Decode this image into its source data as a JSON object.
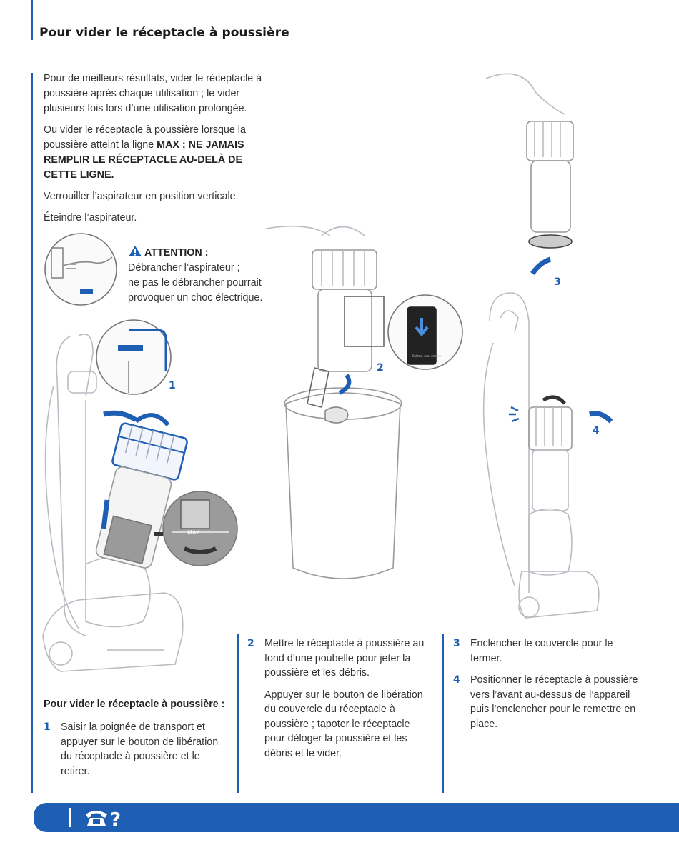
{
  "page": {
    "title": "Pour vider le réceptacle à poussière"
  },
  "intro": {
    "p1": "Pour de meilleurs résultats, vider le réceptacle à poussière après chaque utilisation ; le vider plusieurs fois lors d’une utilisation prolongée.",
    "p2_start": "Ou vider le réceptacle à poussière lorsque la poussière atteint la ligne ",
    "p2_bold": "MAX ; NE JAMAIS REMPLIR LE RÉCEPTACLE AU-DELÀ DE CETTE LIGNE.",
    "p3": "Verrouiller l’aspirateur en position verticale.",
    "p4": "Éteindre l’aspirateur."
  },
  "warning": {
    "title": "ATTENTION :",
    "line1": "Débrancher l’aspirateur ;",
    "line2": "ne pas le débrancher pourrait",
    "line3": "provoquer un choc électrique."
  },
  "illustration": {
    "max_label": "MAX",
    "release_label": "Bottom door release"
  },
  "callouts": [
    "1",
    "2",
    "3",
    "4"
  ],
  "steps_heading": "Pour vider le réceptacle à poussière :",
  "steps": [
    {
      "num": "1",
      "text": "Saisir la poignée de transport et appuyer sur le bouton de libération du réceptacle à poussière et le retirer."
    },
    {
      "num": "2",
      "text": "Mettre le réceptacle à poussière au fond d’une poubelle pour jeter la poussière et les débris.",
      "text2": "Appuyer sur le bouton de libération du couvercle du réceptacle à poussière ; tapoter le réceptacle pour déloger la poussière et les débris et le vider."
    },
    {
      "num": "3",
      "text": "Enclencher le couvercle pour le fermer."
    },
    {
      "num": "4",
      "text": "Positionner le réceptacle à poussière vers l’avant au-dessus de l’appareil puis l’enclencher pour le remettre en place."
    }
  ],
  "footer": {
    "help_symbol": "?"
  },
  "colors": {
    "accent": "#1f5fb3",
    "text": "#333333"
  }
}
